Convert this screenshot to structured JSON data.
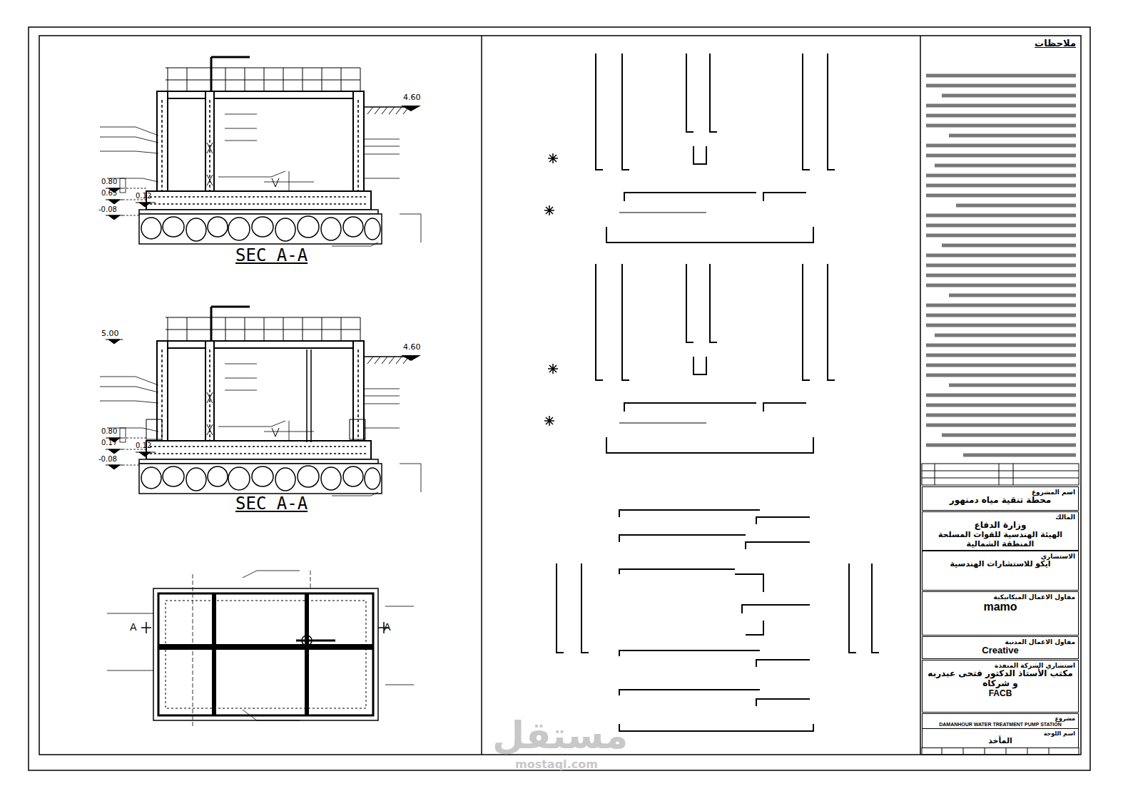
{
  "diagram": {
    "nodes": [
      {
        "text": [
          "ملاحظات"
        ]
      },
      {
        "text": [
          "اسم المشروع",
          "محطة تنقية مياه دمنهور"
        ]
      },
      {
        "text": [
          "المالك",
          "وزارة الدفاع",
          "الهيئة الهندسية للقوات المسلحة المنطقة الشمالية"
        ]
      },
      {
        "text": [
          "الاستشاري",
          "ايكو للاستشارات الهندسية"
        ]
      },
      {
        "text": [
          "مقاول الاعمال الميكانيكية",
          "mamo"
        ]
      },
      {
        "text": [
          "مقاول الاعمال المدنية",
          "Creative"
        ]
      },
      {
        "text": [
          "استشاري الشركة المنفذة",
          "مكتب الأستاذ الدكتور فتحى عبدربه و شركاه",
          "FACB"
        ]
      },
      {
        "text": [
          "مشروع",
          "DAMANHOUR WATER TREATMENT PUMP STATION"
        ]
      },
      {
        "text": [
          "اسم اللوحة",
          "المأخذ"
        ]
      }
    ],
    "labels": [
      "SEC A-A",
      "SEC A-A",
      "4.60",
      "0.80",
      "0.65",
      "0.12",
      "-0.08",
      "5.00",
      "4.60",
      "0.80",
      "0.17",
      "0.12",
      "-0.08",
      "A",
      "A",
      "مستقل",
      "mostaql.com"
    ]
  }
}
